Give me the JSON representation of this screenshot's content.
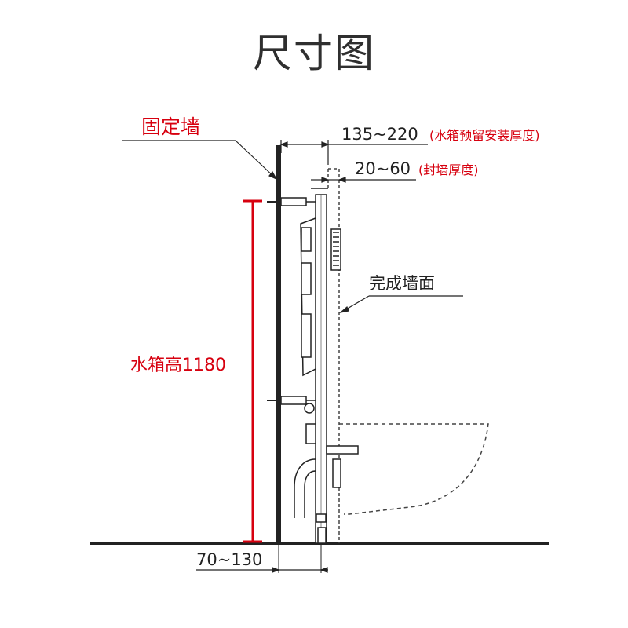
{
  "title": "尺寸图",
  "labels": {
    "fixed_wall": "固定墙",
    "dim_tank_depth_value": "135~220",
    "dim_tank_depth_note": "(水箱预留安装厚度)",
    "dim_seal_value": "20~60",
    "dim_seal_note": "(封墙厚度)",
    "finished_wall": "完成墙面",
    "tank_height": "水箱高1180",
    "dim_bottom": "70~130"
  },
  "colors": {
    "accent_red": "#d7000f",
    "line_dark": "#222222",
    "text_dark": "#2f2f2f"
  }
}
